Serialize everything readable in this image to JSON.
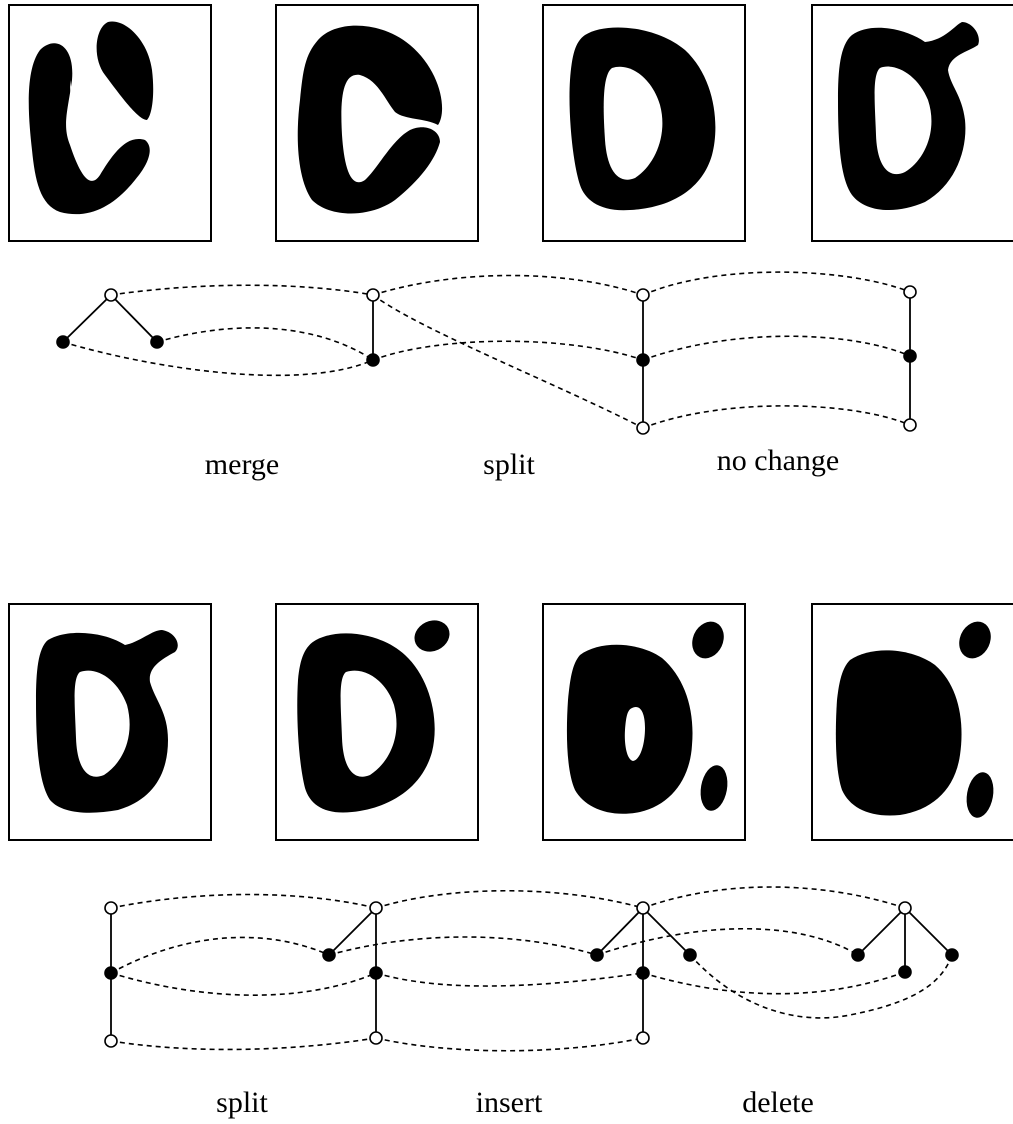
{
  "captions": {
    "top": [
      "merge",
      "split",
      "no change"
    ],
    "bottom": [
      "split",
      "insert",
      "delete"
    ]
  },
  "colors": {
    "ink": "#000000",
    "paper": "#ffffff"
  }
}
